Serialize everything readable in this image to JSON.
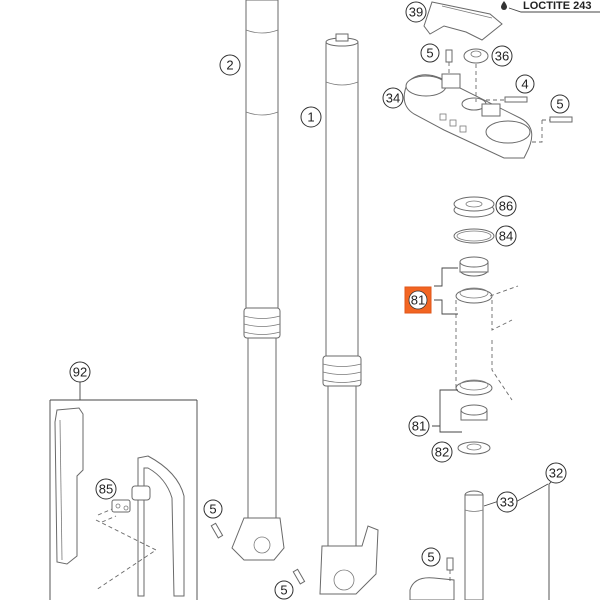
{
  "diagram": {
    "title": "Front fork / triple clamp exploded parts view",
    "highlight_color": "#f26522",
    "note": {
      "icon": "glue-drop-icon",
      "text": "LOCTITE 243"
    },
    "callouts": [
      {
        "id": "c39",
        "label": "39",
        "part": "handlebar-clamp"
      },
      {
        "id": "c5a",
        "label": "5",
        "part": "screw-top-clamp"
      },
      {
        "id": "c36",
        "label": "36",
        "part": "steering-head-nut"
      },
      {
        "id": "c4",
        "label": "4",
        "part": "clamp-bolt"
      },
      {
        "id": "c34",
        "label": "34",
        "part": "upper-triple-clamp"
      },
      {
        "id": "c5b",
        "label": "5",
        "part": "screw-upper-clamp"
      },
      {
        "id": "c2",
        "label": "2",
        "part": "fork-leg-left"
      },
      {
        "id": "c1",
        "label": "1",
        "part": "fork-leg-right"
      },
      {
        "id": "c86",
        "label": "86",
        "part": "dust-cover"
      },
      {
        "id": "c84",
        "label": "84",
        "part": "o-ring"
      },
      {
        "id": "c81a",
        "label": "81",
        "part": "steering-bearing-upper",
        "highlighted": true
      },
      {
        "id": "c81b",
        "label": "81",
        "part": "steering-bearing-lower"
      },
      {
        "id": "c82",
        "label": "82",
        "part": "seal-ring"
      },
      {
        "id": "c92",
        "label": "92",
        "part": "fork-protector-set"
      },
      {
        "id": "c85",
        "label": "85",
        "part": "protector-clamp"
      },
      {
        "id": "c5c",
        "label": "5",
        "part": "screw-axle-clamp-left"
      },
      {
        "id": "c5d",
        "label": "5",
        "part": "screw-axle-clamp-right"
      },
      {
        "id": "c5e",
        "label": "5",
        "part": "screw-lower-clamp"
      },
      {
        "id": "c32",
        "label": "32",
        "part": "lower-triple-clamp"
      },
      {
        "id": "c33",
        "label": "33",
        "part": "steering-stem"
      }
    ]
  }
}
